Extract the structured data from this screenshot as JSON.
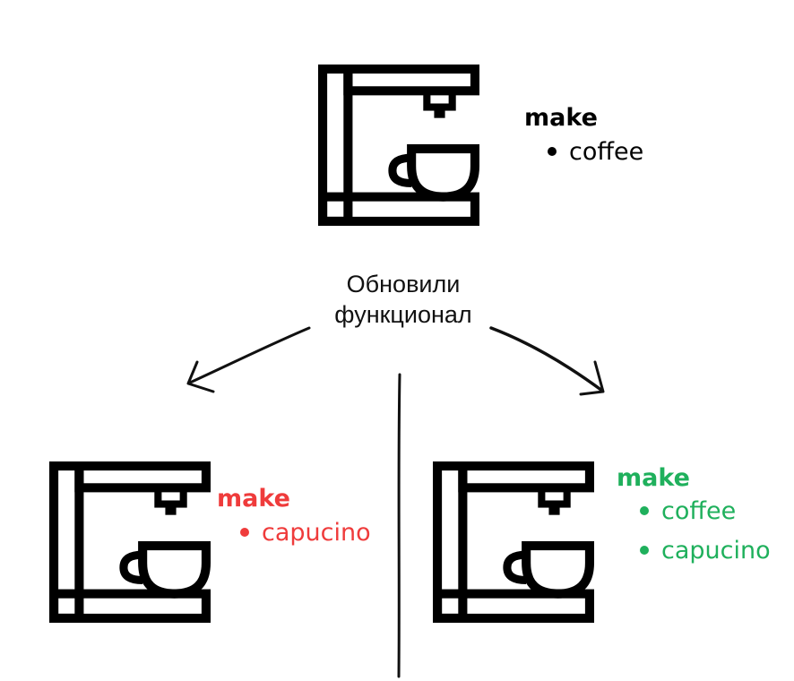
{
  "caption": [
    "Обновили",
    "функционал"
  ],
  "colors": {
    "default": "#000000",
    "broken": "#ef3b3b",
    "ok": "#1fb05c"
  },
  "top": {
    "icon": "coffee-machine-icon",
    "title": "make",
    "items": [
      "coffee"
    ]
  },
  "left": {
    "icon": "coffee-machine-icon",
    "title": "make",
    "items": [
      "capucino"
    ]
  },
  "right": {
    "icon": "coffee-machine-icon",
    "title": "make",
    "items": [
      "coffee",
      "capucino"
    ]
  }
}
